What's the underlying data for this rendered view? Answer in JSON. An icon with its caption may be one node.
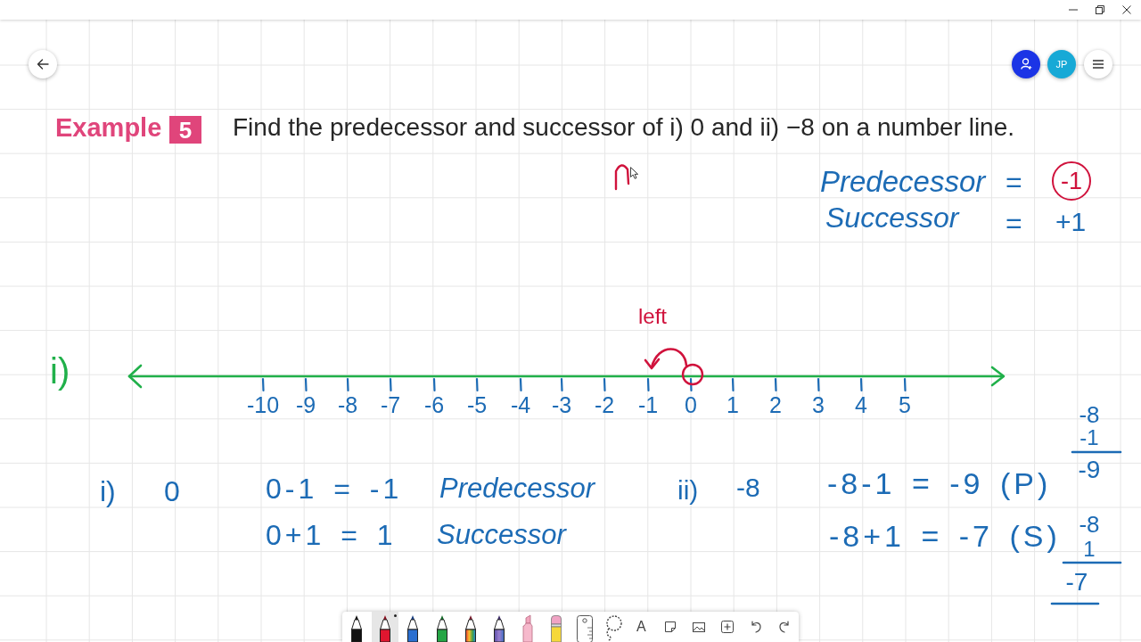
{
  "diagram": {
    "title": "Find the predecessor and successor of i) 0 and ii) −8 on a number line.",
    "nodes": [
      {
        "text": [
          "5"
        ]
      },
      {
        "text": [
          "-1"
        ]
      }
    ],
    "labels": [
      "JP",
      "Example",
      "Predecessor",
      "=",
      "Successor",
      "=",
      "+1",
      "left",
      "i)",
      "-10",
      "-9",
      "-8",
      "-7",
      "-6",
      "-5",
      "-4",
      "-3",
      "-2",
      "-1",
      "0",
      "1",
      "2",
      "3",
      "4",
      "5",
      "-8",
      "-1",
      "-9",
      "i)",
      "0",
      "0-1 = -1",
      "Predecessor",
      "ii)",
      "-8",
      "-8-1 = -9 (P)",
      "-8",
      "0+1 = 1",
      "Successor",
      "-8+1 = -7 (S)",
      "1",
      "-7",
      "A"
    ]
  }
}
